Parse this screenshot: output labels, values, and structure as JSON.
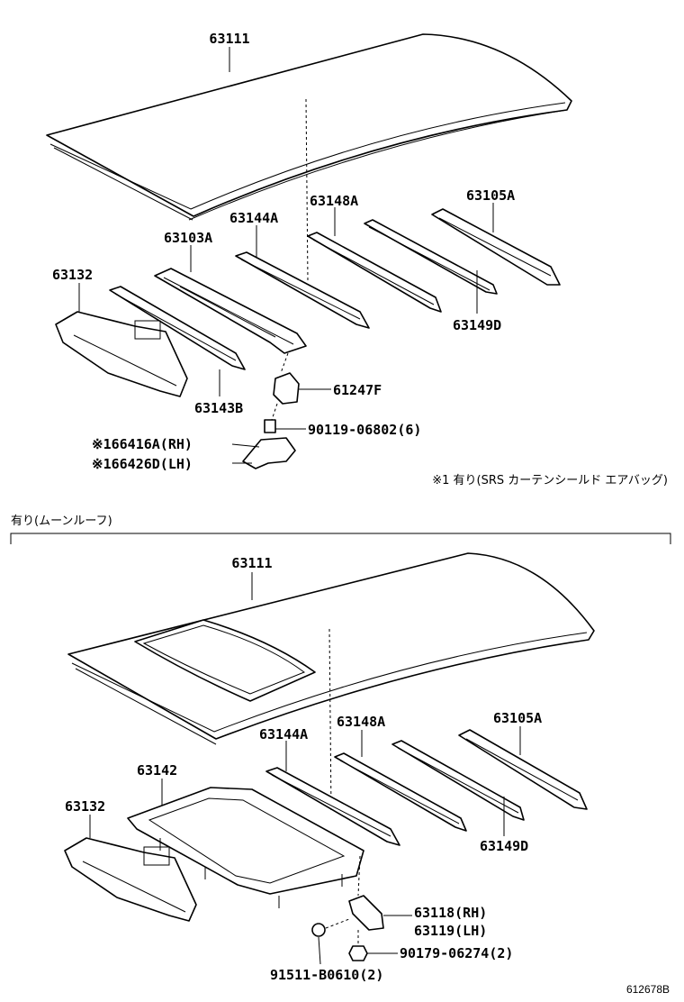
{
  "upper": {
    "labels": {
      "roof_panel": "63111",
      "roof_bow_rear": "63105A",
      "roof_bow_a": "63148A",
      "roof_bow_b": "63144A",
      "front_header": "63103A",
      "roof_bracket": "63132",
      "roof_bow_c": "63149D",
      "roof_bow_d": "63143B",
      "clip": "61247F",
      "bolt": "90119-06802(6)",
      "bracket_rh": "※166416A(RH)",
      "bracket_lh": "※166426D(LH)"
    },
    "footnote": "※1 有り(SRS カーテンシールド エアバッグ)"
  },
  "section_title": "有り(ムーンルーフ)",
  "lower": {
    "labels": {
      "roof_panel": "63111",
      "roof_bow_rear": "63105A",
      "roof_bow_a": "63148A",
      "roof_bow_b": "63144A",
      "sunroof_frame": "63142",
      "roof_bracket": "63132",
      "roof_bow_c": "63149D",
      "bracket_rh": "63118(RH)",
      "bracket_lh": "63119(LH)",
      "nut": "90179-06274(2)",
      "screw": "91511-B0610(2)"
    }
  },
  "diagram_ref": "612678B"
}
